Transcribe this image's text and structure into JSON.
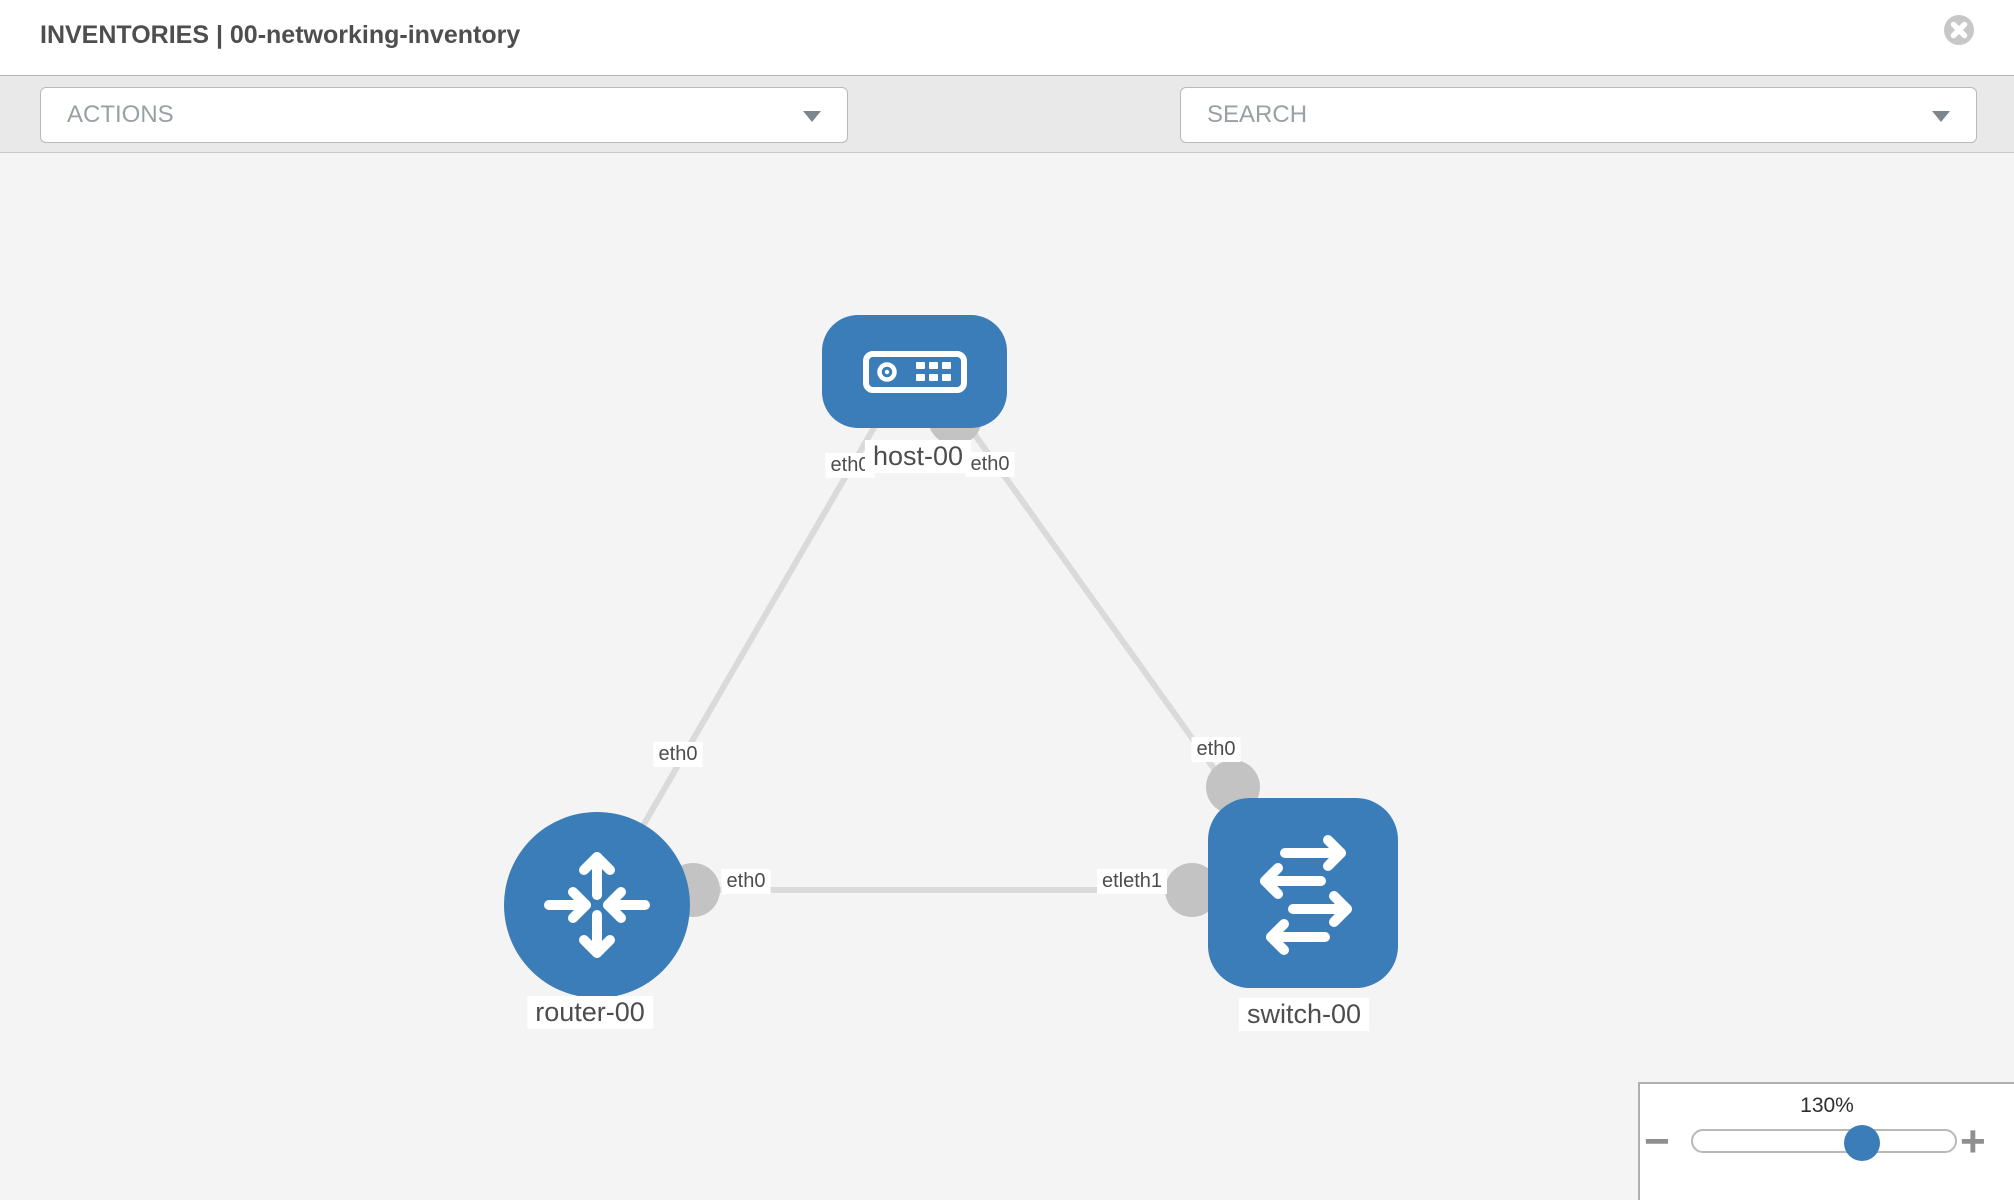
{
  "header": {
    "title": "INVENTORIES | 00-networking-inventory"
  },
  "toolbar": {
    "actions_dropdown": {
      "value": "ACTIONS"
    },
    "search_dropdown": {
      "value": "SEARCH"
    },
    "tool_icons": [
      "wrench",
      "key"
    ]
  },
  "topology": {
    "nodes": [
      {
        "id": "host-00",
        "type": "host",
        "label": "host-00",
        "icon": "host-server-icon",
        "color": "#3b7db8"
      },
      {
        "id": "router-00",
        "type": "router",
        "label": "router-00",
        "icon": "router-arrows-icon",
        "color": "#3b7db8"
      },
      {
        "id": "switch-00",
        "type": "switch",
        "label": "switch-00",
        "icon": "switch-arrows-icon",
        "color": "#3b7db8"
      }
    ],
    "links": [
      {
        "from": "host-00",
        "to": "router-00",
        "from_label": "eth0",
        "to_label": "eth0"
      },
      {
        "from": "host-00",
        "to": "switch-00",
        "from_label": "eth0",
        "to_label": "eth0"
      },
      {
        "from": "router-00",
        "to": "switch-00",
        "from_label": "eth0",
        "to_label": "etleth1"
      }
    ],
    "colors": {
      "node_fill": "#3b7db8",
      "link_stroke": "#dadada",
      "connector_fill": "#c3c3c3",
      "canvas_bg": "#f4f4f4",
      "label_text": "#4d4d4d"
    }
  },
  "zoom_control": {
    "level_label": "130%",
    "value": 130,
    "minus_label": "−",
    "plus_label": "+"
  },
  "icons": {
    "close": "circle-x",
    "wrench": "wrench-glyph",
    "key": "key-glyph",
    "caret": "triangle-down"
  }
}
